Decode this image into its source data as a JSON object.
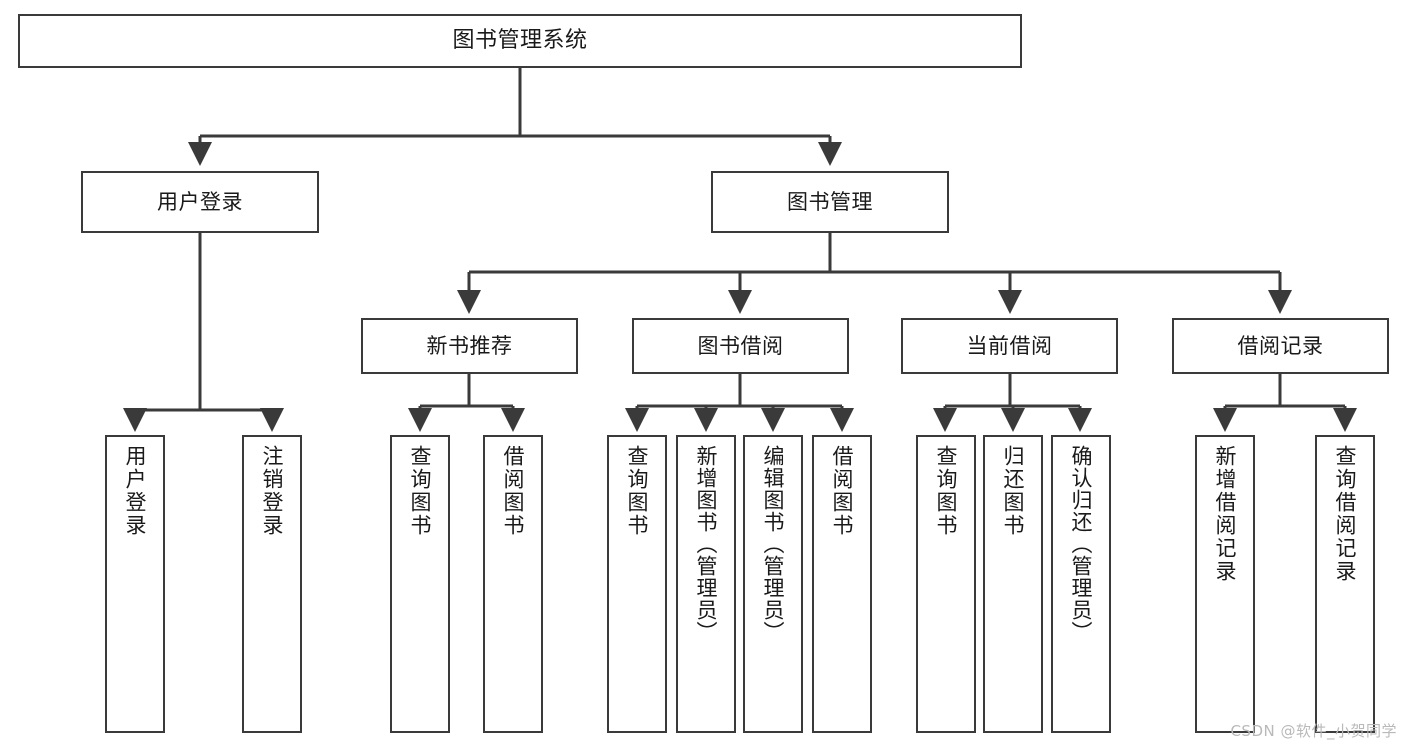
{
  "diagram": {
    "title": "图书管理系统",
    "type": "tree-hierarchy",
    "stroke_color": "#3a3a3a",
    "fill_color": "#ffffff",
    "text_color": "#1a1a1a"
  },
  "root": {
    "label": "图书管理系统"
  },
  "level2": [
    {
      "label": "用户登录"
    },
    {
      "label": "图书管理"
    }
  ],
  "level3": [
    {
      "label": "新书推荐"
    },
    {
      "label": "图书借阅"
    },
    {
      "label": "当前借阅"
    },
    {
      "label": "借阅记录"
    }
  ],
  "leaves": {
    "user_login": [
      {
        "label": "用户登录"
      },
      {
        "label": "注销登录"
      }
    ],
    "new_book_recommend": [
      {
        "label": "查询图书"
      },
      {
        "label": "借阅图书"
      }
    ],
    "book_borrow": [
      {
        "label": "查询图书"
      },
      {
        "label": "新增图书（管理员）"
      },
      {
        "label": "编辑图书（管理员）"
      },
      {
        "label": "借阅图书"
      }
    ],
    "current_borrow": [
      {
        "label": "查询图书"
      },
      {
        "label": "归还图书"
      },
      {
        "label": "确认归还（管理员）"
      }
    ],
    "borrow_record": [
      {
        "label": "新增借阅记录"
      },
      {
        "label": "查询借阅记录"
      }
    ]
  },
  "watermark": {
    "text": "CSDN @软件_小贺同学"
  }
}
